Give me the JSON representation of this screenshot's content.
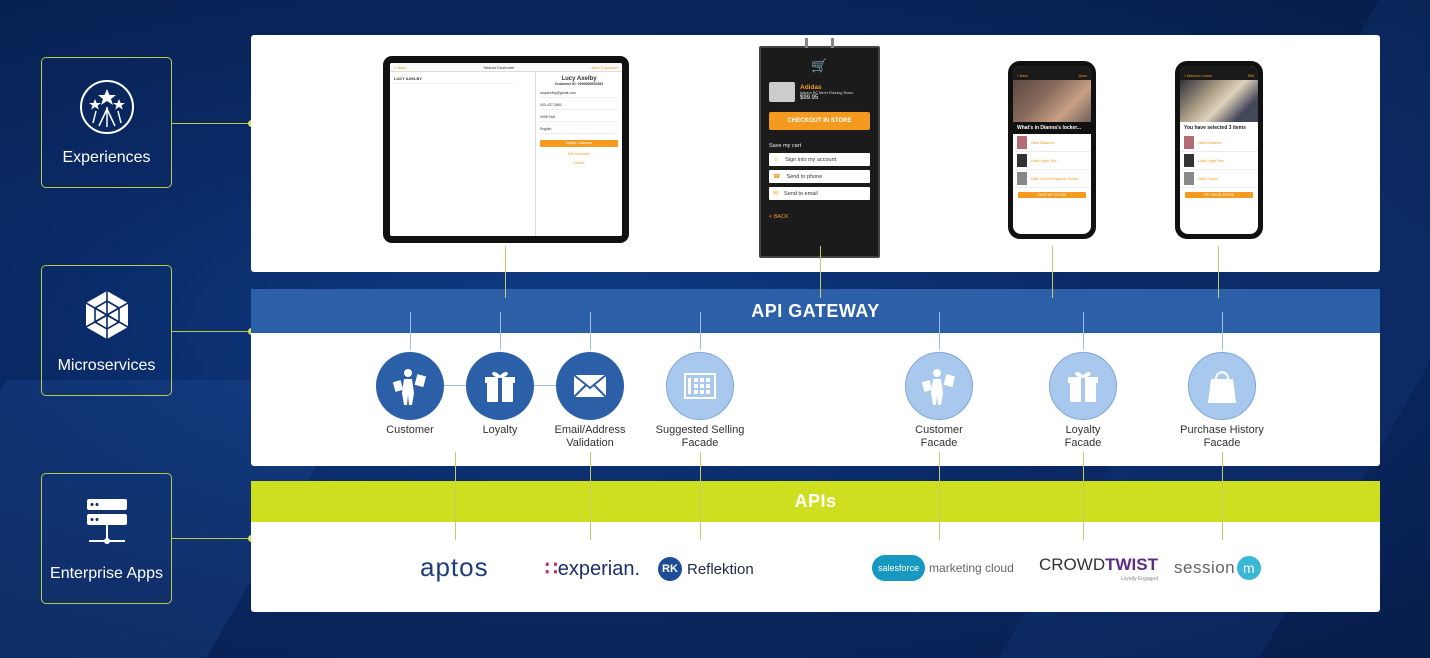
{
  "layers": [
    {
      "label": "Experiences",
      "icon": "stars-icon"
    },
    {
      "label": "Microservices",
      "icon": "geodesic-icon"
    },
    {
      "label": "Enterprise Apps",
      "icon": "server-icon"
    }
  ],
  "gateway": {
    "label": "API GATEWAY"
  },
  "apis": {
    "label": "APIs"
  },
  "services": [
    {
      "label": "Customer",
      "style": "dark",
      "icon": "shopper-icon"
    },
    {
      "label": "Loyalty",
      "style": "dark",
      "icon": "gift-icon"
    },
    {
      "label": "Email/Address Validation",
      "style": "dark",
      "icon": "envelope-icon"
    },
    {
      "label": "Suggested Selling Facade",
      "style": "light",
      "icon": "grid-icon"
    },
    {
      "label": "Customer Facade",
      "style": "light",
      "icon": "shopper-icon"
    },
    {
      "label": "Loyalty Facade",
      "style": "light",
      "icon": "gift-icon"
    },
    {
      "label": "Purchase History Facade",
      "style": "light",
      "icon": "bag-icon"
    }
  ],
  "vendors": {
    "aptos": "aptos",
    "experian": "experian.",
    "reflektion": "Reflektion",
    "reflektion_mark": "RK",
    "salesforce_cloud": "salesforce",
    "salesforce_text": "marketing cloud",
    "crowdtwist_a": "CROWD",
    "crowdtwist_b": "TWIST",
    "crowdtwist_sub": "Loyalty Engaged",
    "sessionm": "session"
  },
  "devices": {
    "tablet": {
      "top_left": "< Back",
      "top_center": "Search Customer",
      "top_right": "New Customer",
      "list_name": "LUCY AXELBY",
      "customer_name": "Lucy Axelby",
      "customer_id": "Customer ID: 0000000000263",
      "email": "lucyaxelby@gmail.com",
      "phone": "000-437-2891",
      "store": "0008 Test",
      "language": "English",
      "primary_action": "Assign Customer",
      "secondary_action": "Edit Customer",
      "cancel": "Cancel"
    },
    "kiosk": {
      "brand": "Adidas",
      "product": "Adizero RC Men's Running Shoes",
      "price": "$99.95",
      "checkout": "CHECKOUT IN STORE",
      "save_cart": "Save my cart",
      "options": [
        "Sign into my account",
        "Send to phone",
        "Send to email"
      ],
      "back": "< BACK"
    },
    "phone1": {
      "back": "< Back",
      "done": "Done",
      "title": "What's in Dianna's locker...",
      "items": [
        "New Balance",
        "Ultra Light Tee",
        "Nike Gold Elegance Socks"
      ],
      "button": "SHOP MY STORE"
    },
    "phone2": {
      "back": "< Dianna's Locker",
      "done": "Edit",
      "title": "You have selected 3 items",
      "items": [
        "New Balance",
        "Ultra Light Tee",
        "Nike Socks"
      ],
      "button": "TRY ON IN STORE"
    }
  },
  "colors": {
    "lime": "#cddf1e",
    "gateway_blue": "#2b5fa8",
    "light_circle": "#a9c8ee",
    "orange": "#f39a1f"
  }
}
